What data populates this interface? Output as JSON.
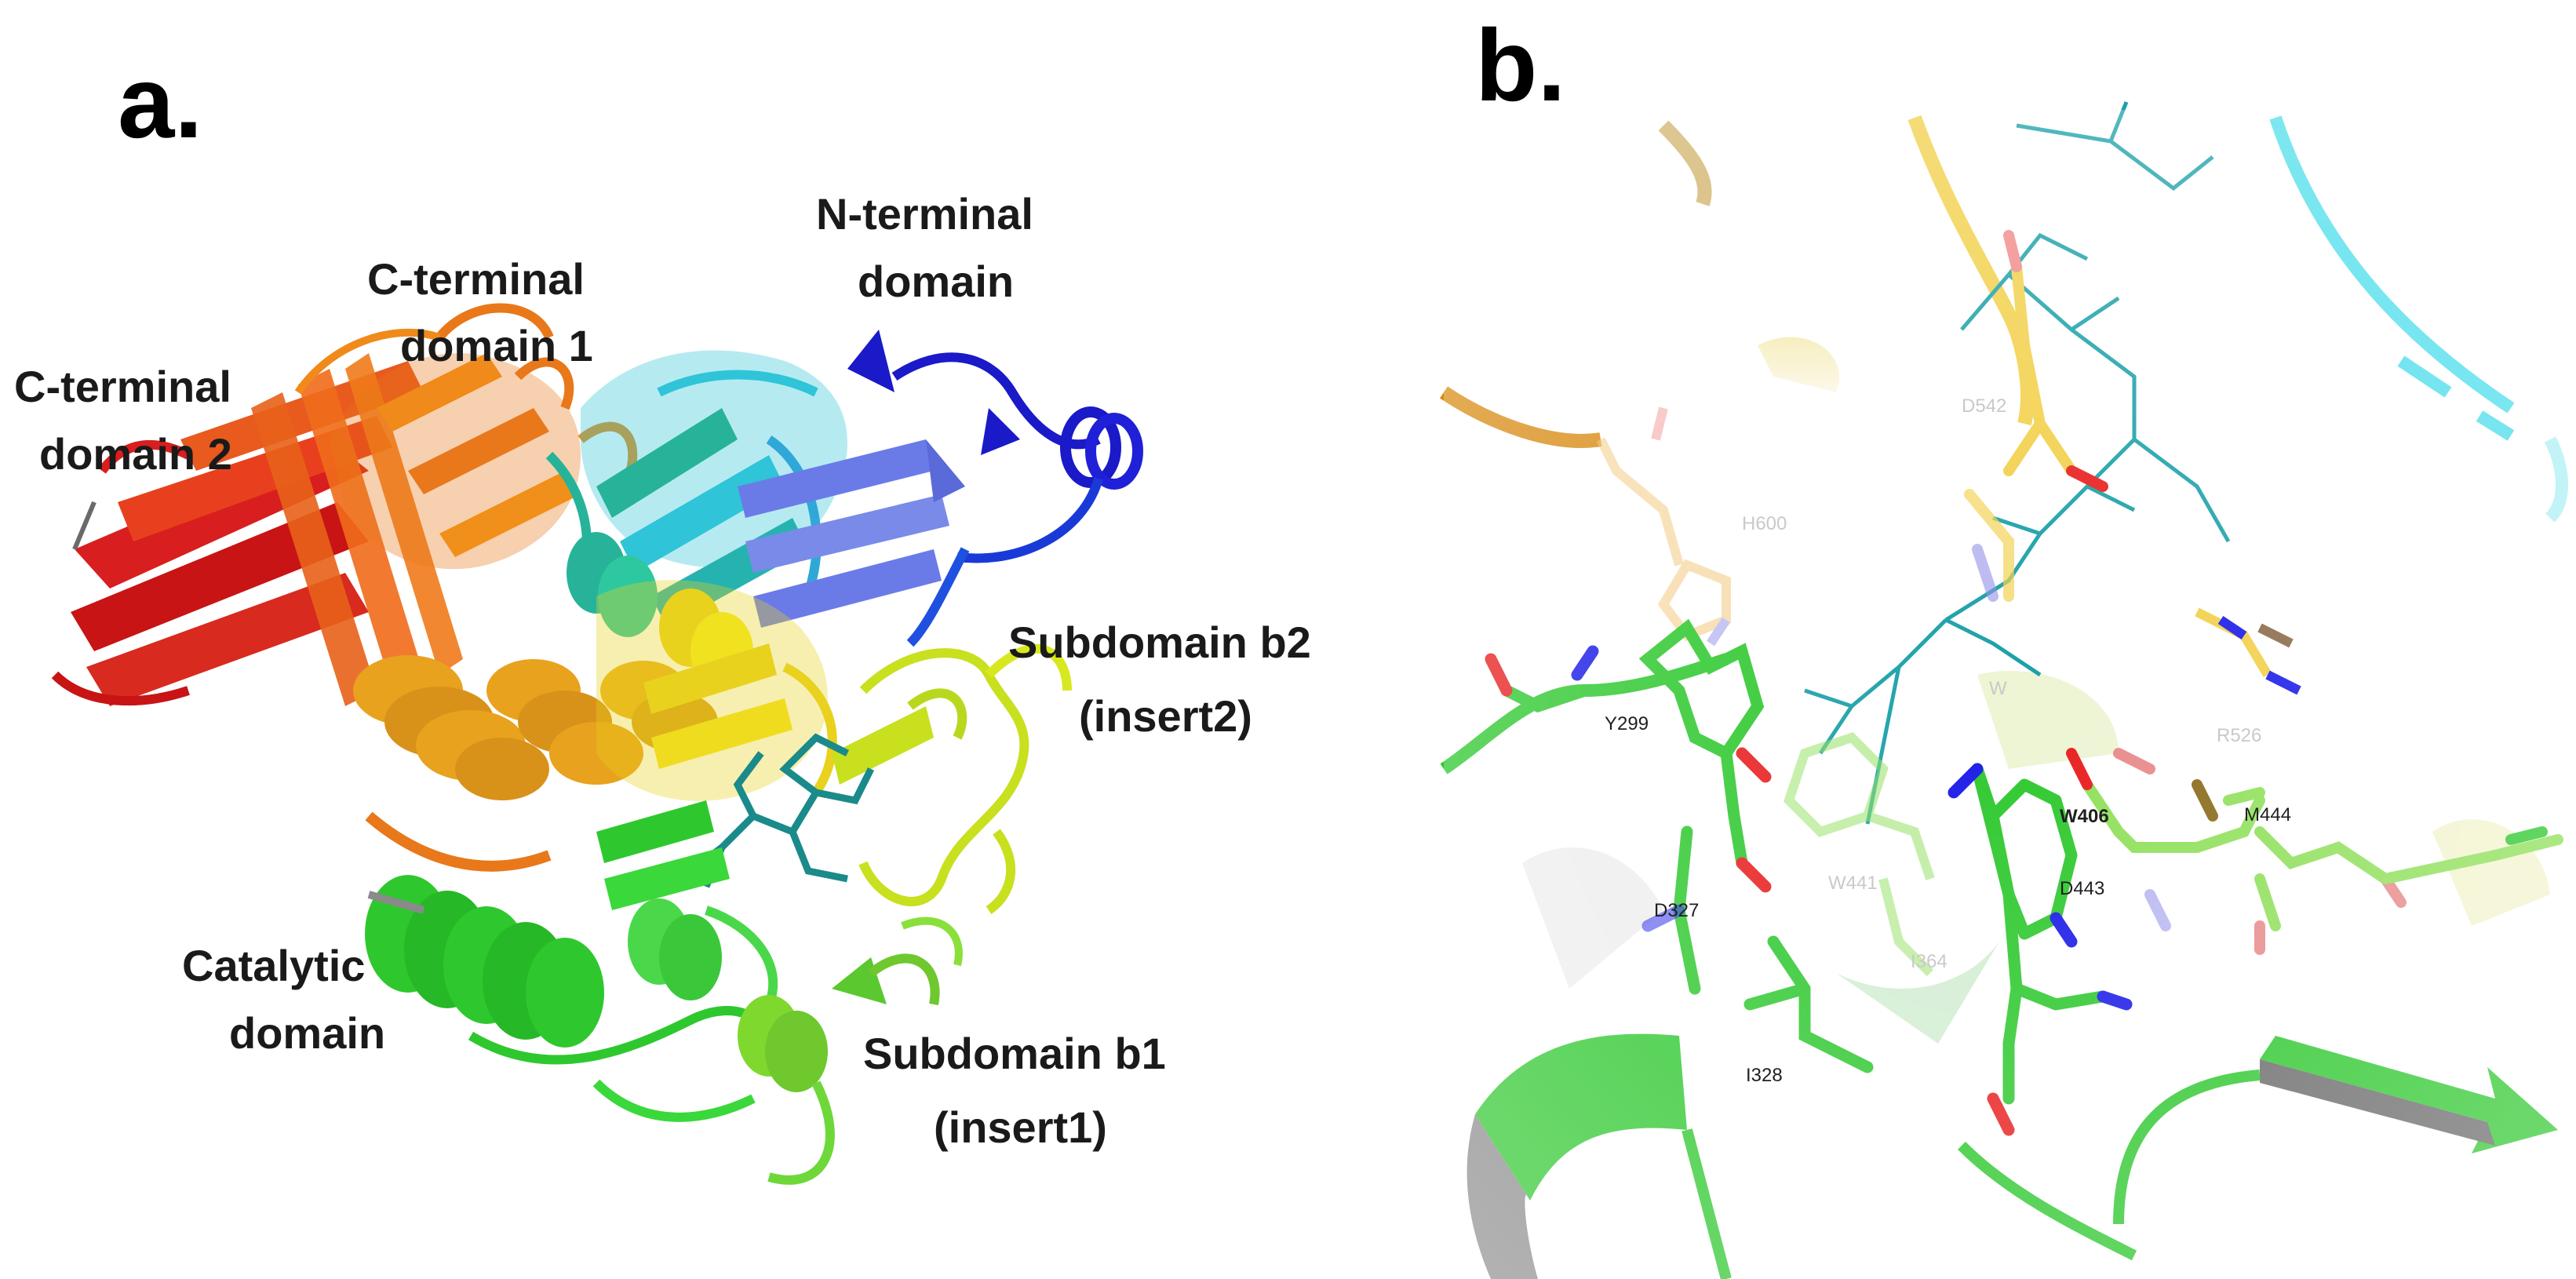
{
  "panels": {
    "a": {
      "letter": "a.",
      "labels": {
        "n_terminal_line1": "N-terminal",
        "n_terminal_line2": "domain",
        "c_terminal1_line1": "C-terminal",
        "c_terminal1_line2": "domain 1",
        "c_terminal2_line1": "C-terminal",
        "c_terminal2_line2": "domain 2",
        "subdomain_b2_line1": "Subdomain b2",
        "subdomain_b2_line2": "(insert2)",
        "catalytic_line1": "Catalytic",
        "catalytic_line2": "domain",
        "subdomain_b1_line1": "Subdomain b1",
        "subdomain_b1_line2": "(insert1)"
      },
      "domain_colors": {
        "n_terminal": "#1a1ac8",
        "n_terminal_sheet": "#6a7be8",
        "cyan_region": "#2fc4d8",
        "teal_region": "#26b39a",
        "c_terminal1": "#e8781a",
        "c_terminal2": "#d81e1e",
        "yellow_region": "#e8d21e",
        "subdomain_b2": "#c8e01e",
        "catalytic": "#2ec82e",
        "subdomain_b1": "#7ed82e",
        "ligand": "#1a8a8a",
        "helix_gold": "#e8a21e"
      }
    },
    "b": {
      "letter": "b.",
      "residues": {
        "d542": "D542",
        "h600": "H600",
        "y299": "Y299",
        "w_faint": "W",
        "r526": "R526",
        "w406": "W406",
        "m444": "M444",
        "w441": "W441",
        "d443": "D443",
        "d327": "D327",
        "i364": "I364",
        "i328": "I328"
      },
      "colors": {
        "green": "#2ec82e",
        "light_green": "#8fe05a",
        "yellow": "#f2d04a",
        "orange": "#d88a12",
        "cyan": "#2ed8e8",
        "teal": "#1aa0a8",
        "oxygen": "#e81e1e",
        "nitrogen": "#1a1ae8",
        "sulfur": "#b8a21e"
      }
    }
  }
}
